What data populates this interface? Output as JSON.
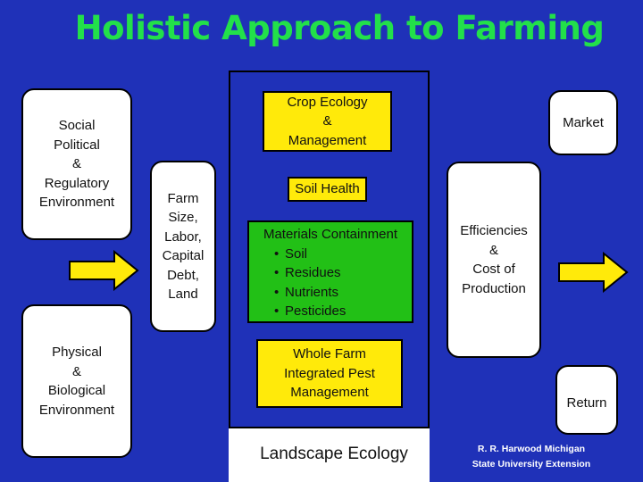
{
  "title": "Holistic Approach to Farming",
  "left_boxes": {
    "social": "Social\nPolitical\n&\nRegulatory\nEnvironment",
    "physical": "Physical\n&\nBiological\nEnvironment"
  },
  "farm_box": "Farm\nSize,\nLabor,\nCapital\nDebt,\nLand",
  "center": {
    "crop_ecology": "Crop Ecology\n&\nManagement",
    "soil_health": "Soil Health",
    "materials_heading": "Materials Containment",
    "materials_items": [
      "Soil",
      "Residues",
      "Nutrients",
      "Pesticides"
    ],
    "pest_management": "Whole Farm\nIntegrated Pest\nManagement",
    "landscape": "Landscape Ecology"
  },
  "right_boxes": {
    "market": "Market",
    "efficiencies": "Efficiencies\n&\nCost of\nProduction",
    "return": "Return"
  },
  "credit": "R. R. Harwood Michigan\nState University Extension",
  "colors": {
    "background": "#1f31b8",
    "title": "#22e04a",
    "yellow": "#ffea0a",
    "green": "#22c016"
  }
}
